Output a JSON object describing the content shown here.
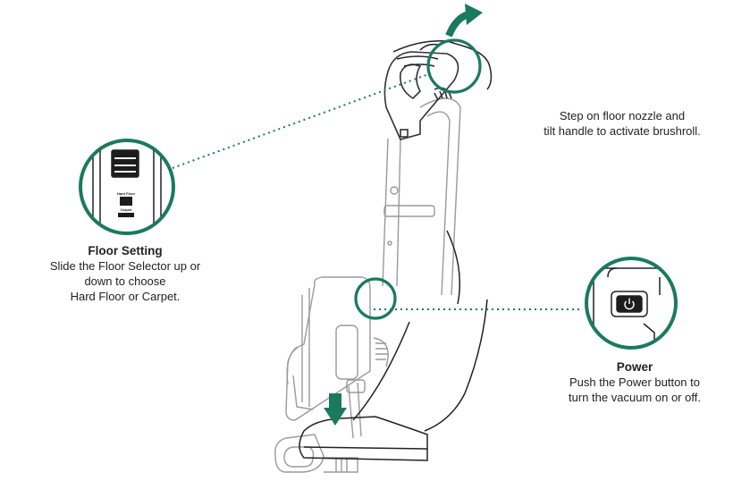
{
  "colors": {
    "accent": "#1a7a5e",
    "outline": "#222222",
    "light_outline": "#aaaaaa"
  },
  "callouts": {
    "floor_setting": {
      "title": "Floor Setting",
      "lines": [
        "Slide the Floor Selector up or",
        "down to choose",
        "Hard Floor or Carpet."
      ],
      "inset_labels": {
        "hard_floor": "Hard Floor",
        "carpet": "Carpet"
      }
    },
    "power": {
      "title": "Power",
      "lines": [
        "Push the Power button to",
        "turn the vacuum on or off."
      ],
      "icon": "power-icon"
    },
    "brushroll": {
      "lines": [
        "Step on floor nozzle and",
        "tilt handle to activate brushroll."
      ]
    }
  },
  "arrows": {
    "tilt": "curved-arrow-icon",
    "step": "down-arrow-icon"
  }
}
